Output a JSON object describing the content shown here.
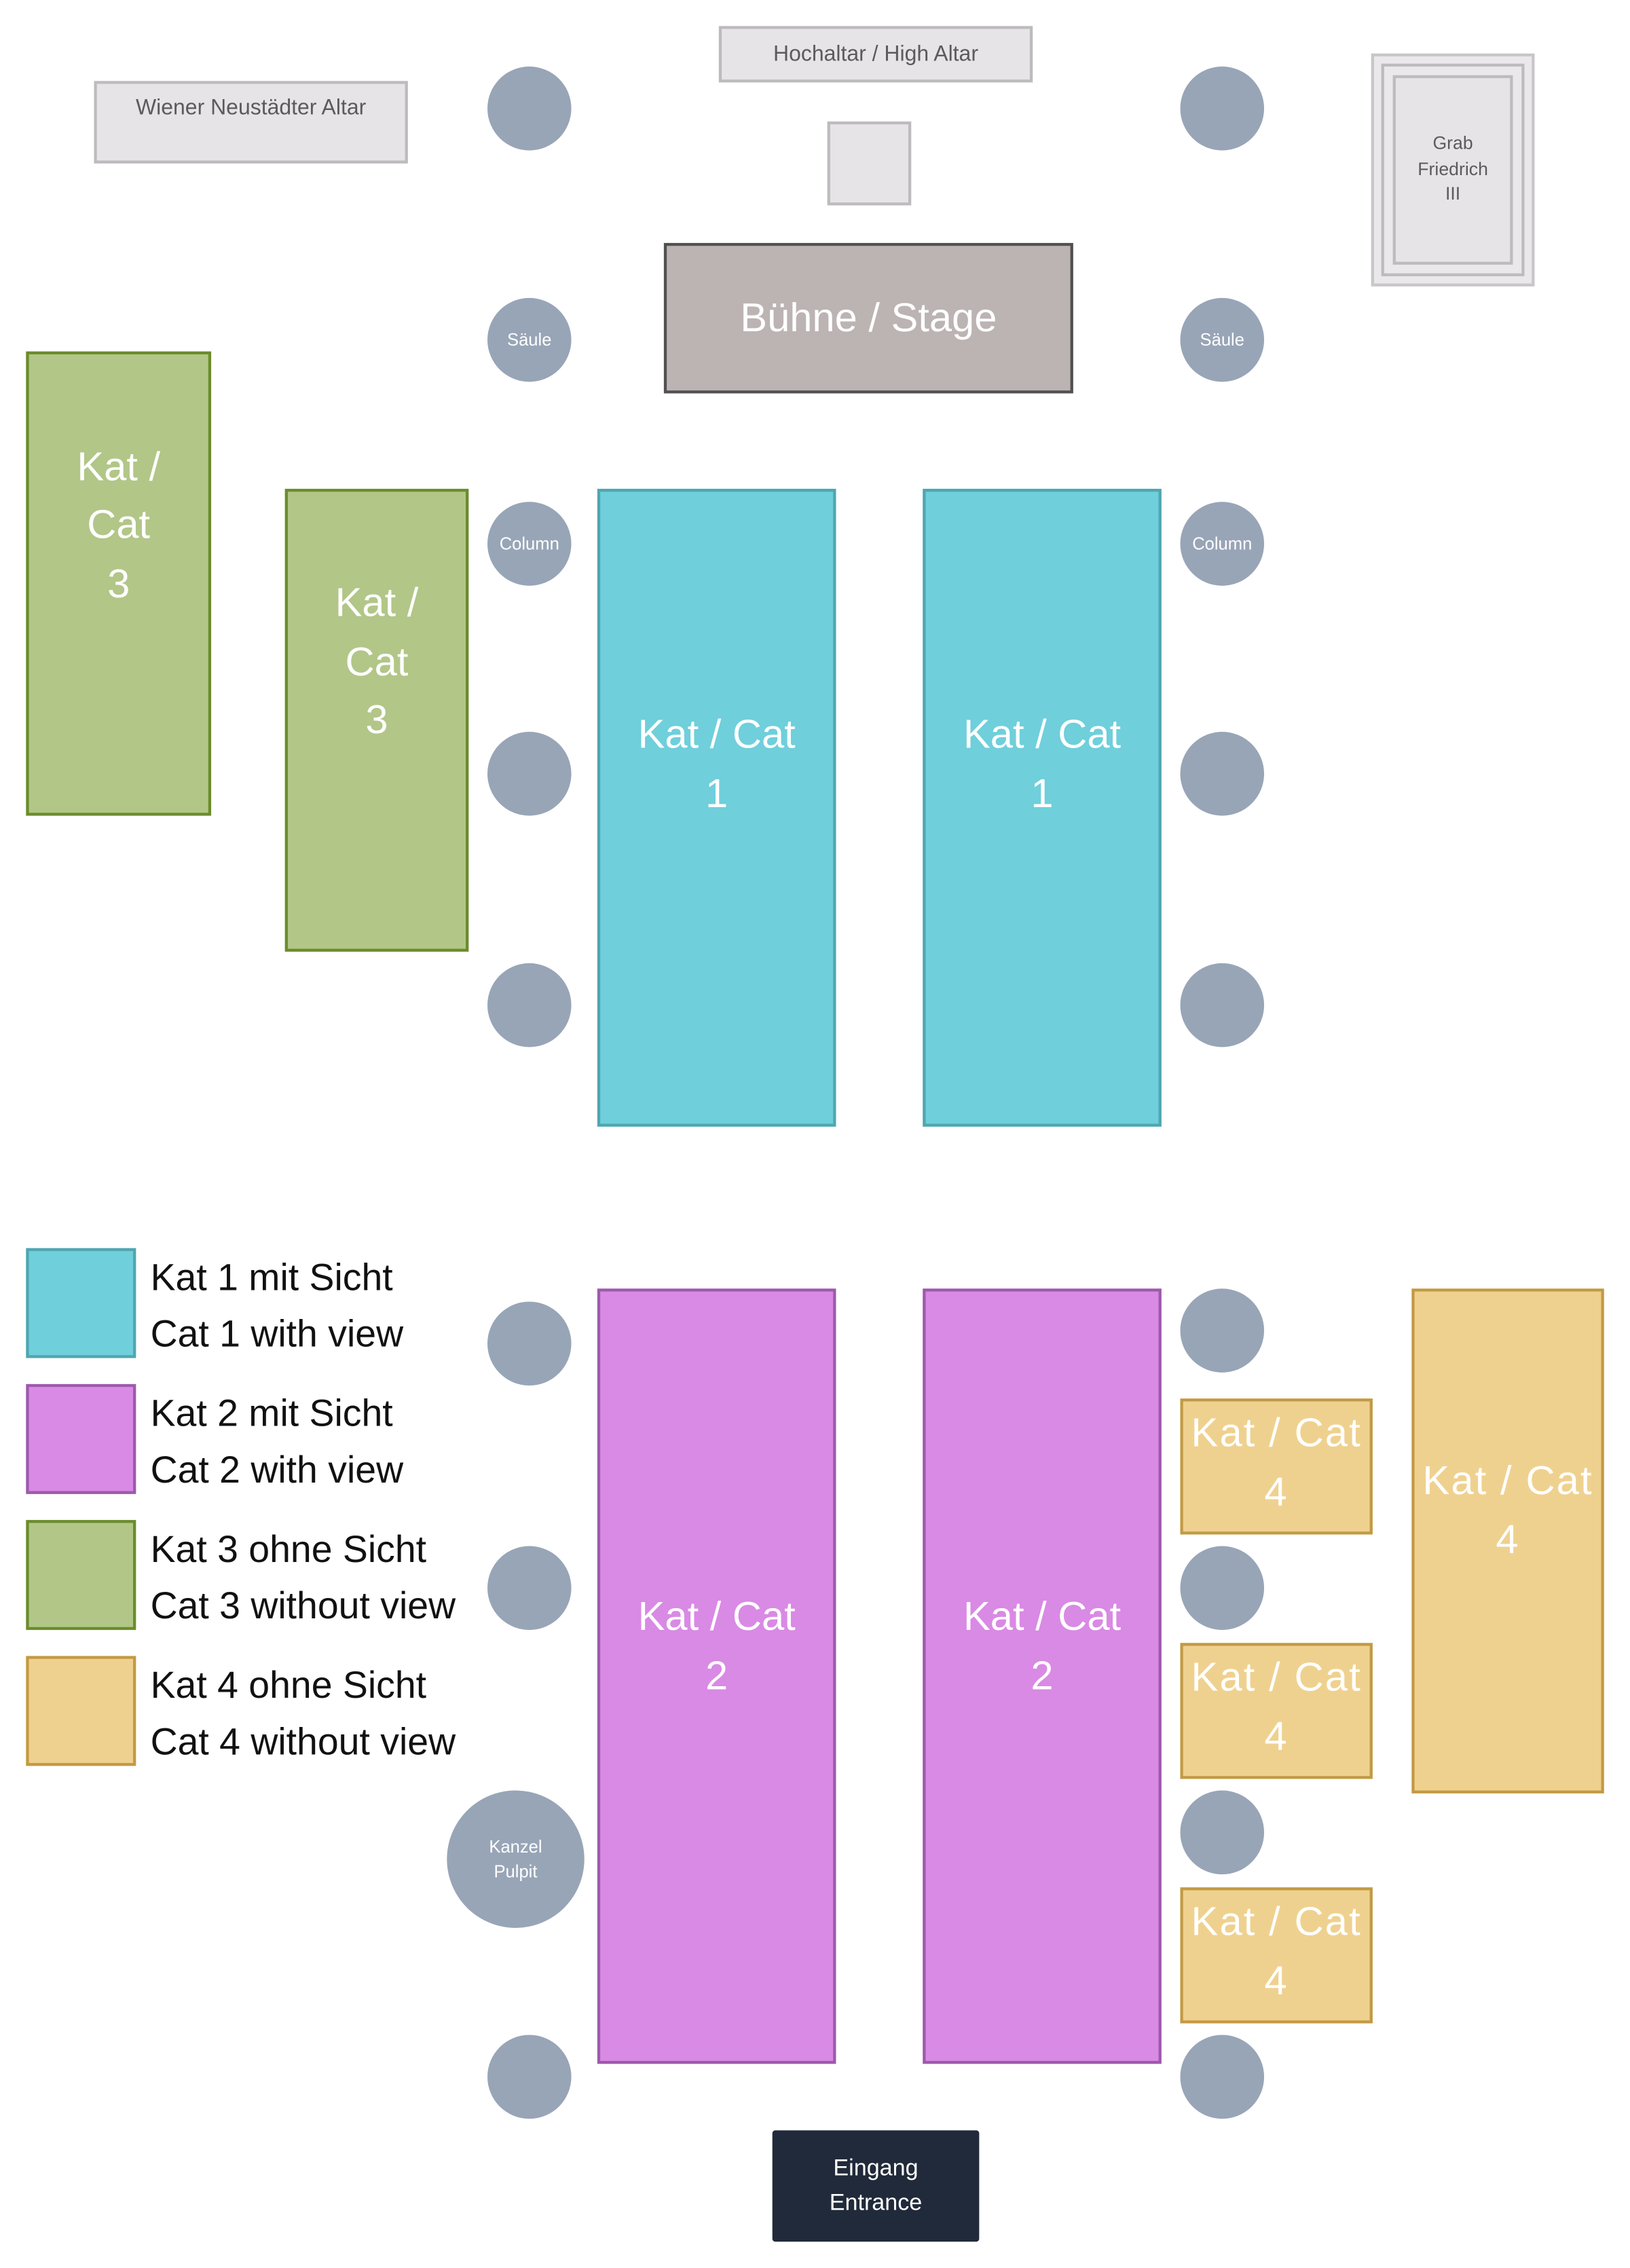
{
  "title": "Seating plan",
  "landmarks": {
    "wiener_altar": "Wiener  Neustädter Altar",
    "high_altar": "Hochaltar / High  Altar",
    "stage": "Bühne / Stage",
    "tomb": "Grab\nFriedrich\nIII",
    "pulpit": "Kanzel\nPulpit",
    "entrance": "Eingang\nEntrance"
  },
  "columns": {
    "saeule": "Säule",
    "column": "Column"
  },
  "sections": {
    "cat1_left": "Kat / Cat\n1",
    "cat1_right": "Kat / Cat\n1",
    "cat2_left": "Kat / Cat\n2",
    "cat2_right": "Kat / Cat\n2",
    "cat3_outer": "Kat /\nCat\n3",
    "cat3_inner": "Kat /\nCat\n3",
    "cat4_small_1": "Kat / Cat\n4",
    "cat4_small_2": "Kat / Cat\n4",
    "cat4_small_3": "Kat / Cat\n4",
    "cat4_large": "Kat / Cat\n4"
  },
  "legend": [
    {
      "label": "Kat 1 mit Sicht\nCat 1 with view",
      "color": "#6fcfdb"
    },
    {
      "label": "Kat 2 mit Sicht\nCat 2 with view",
      "color": "#d98ae4"
    },
    {
      "label": "Kat 3 ohne Sicht\nCat 3 without view",
      "color": "#b2c688"
    },
    {
      "label": "Kat 4 ohne Sicht\nCat 4 without view",
      "color": "#efd18f"
    }
  ],
  "colors": {
    "cat1": "#6fcfdb",
    "cat2": "#d98ae4",
    "cat3": "#b2c688",
    "cat4": "#efd18f",
    "column": "#98a5b7",
    "stage": "#bcb3b3",
    "entrance": "#212a3a"
  }
}
